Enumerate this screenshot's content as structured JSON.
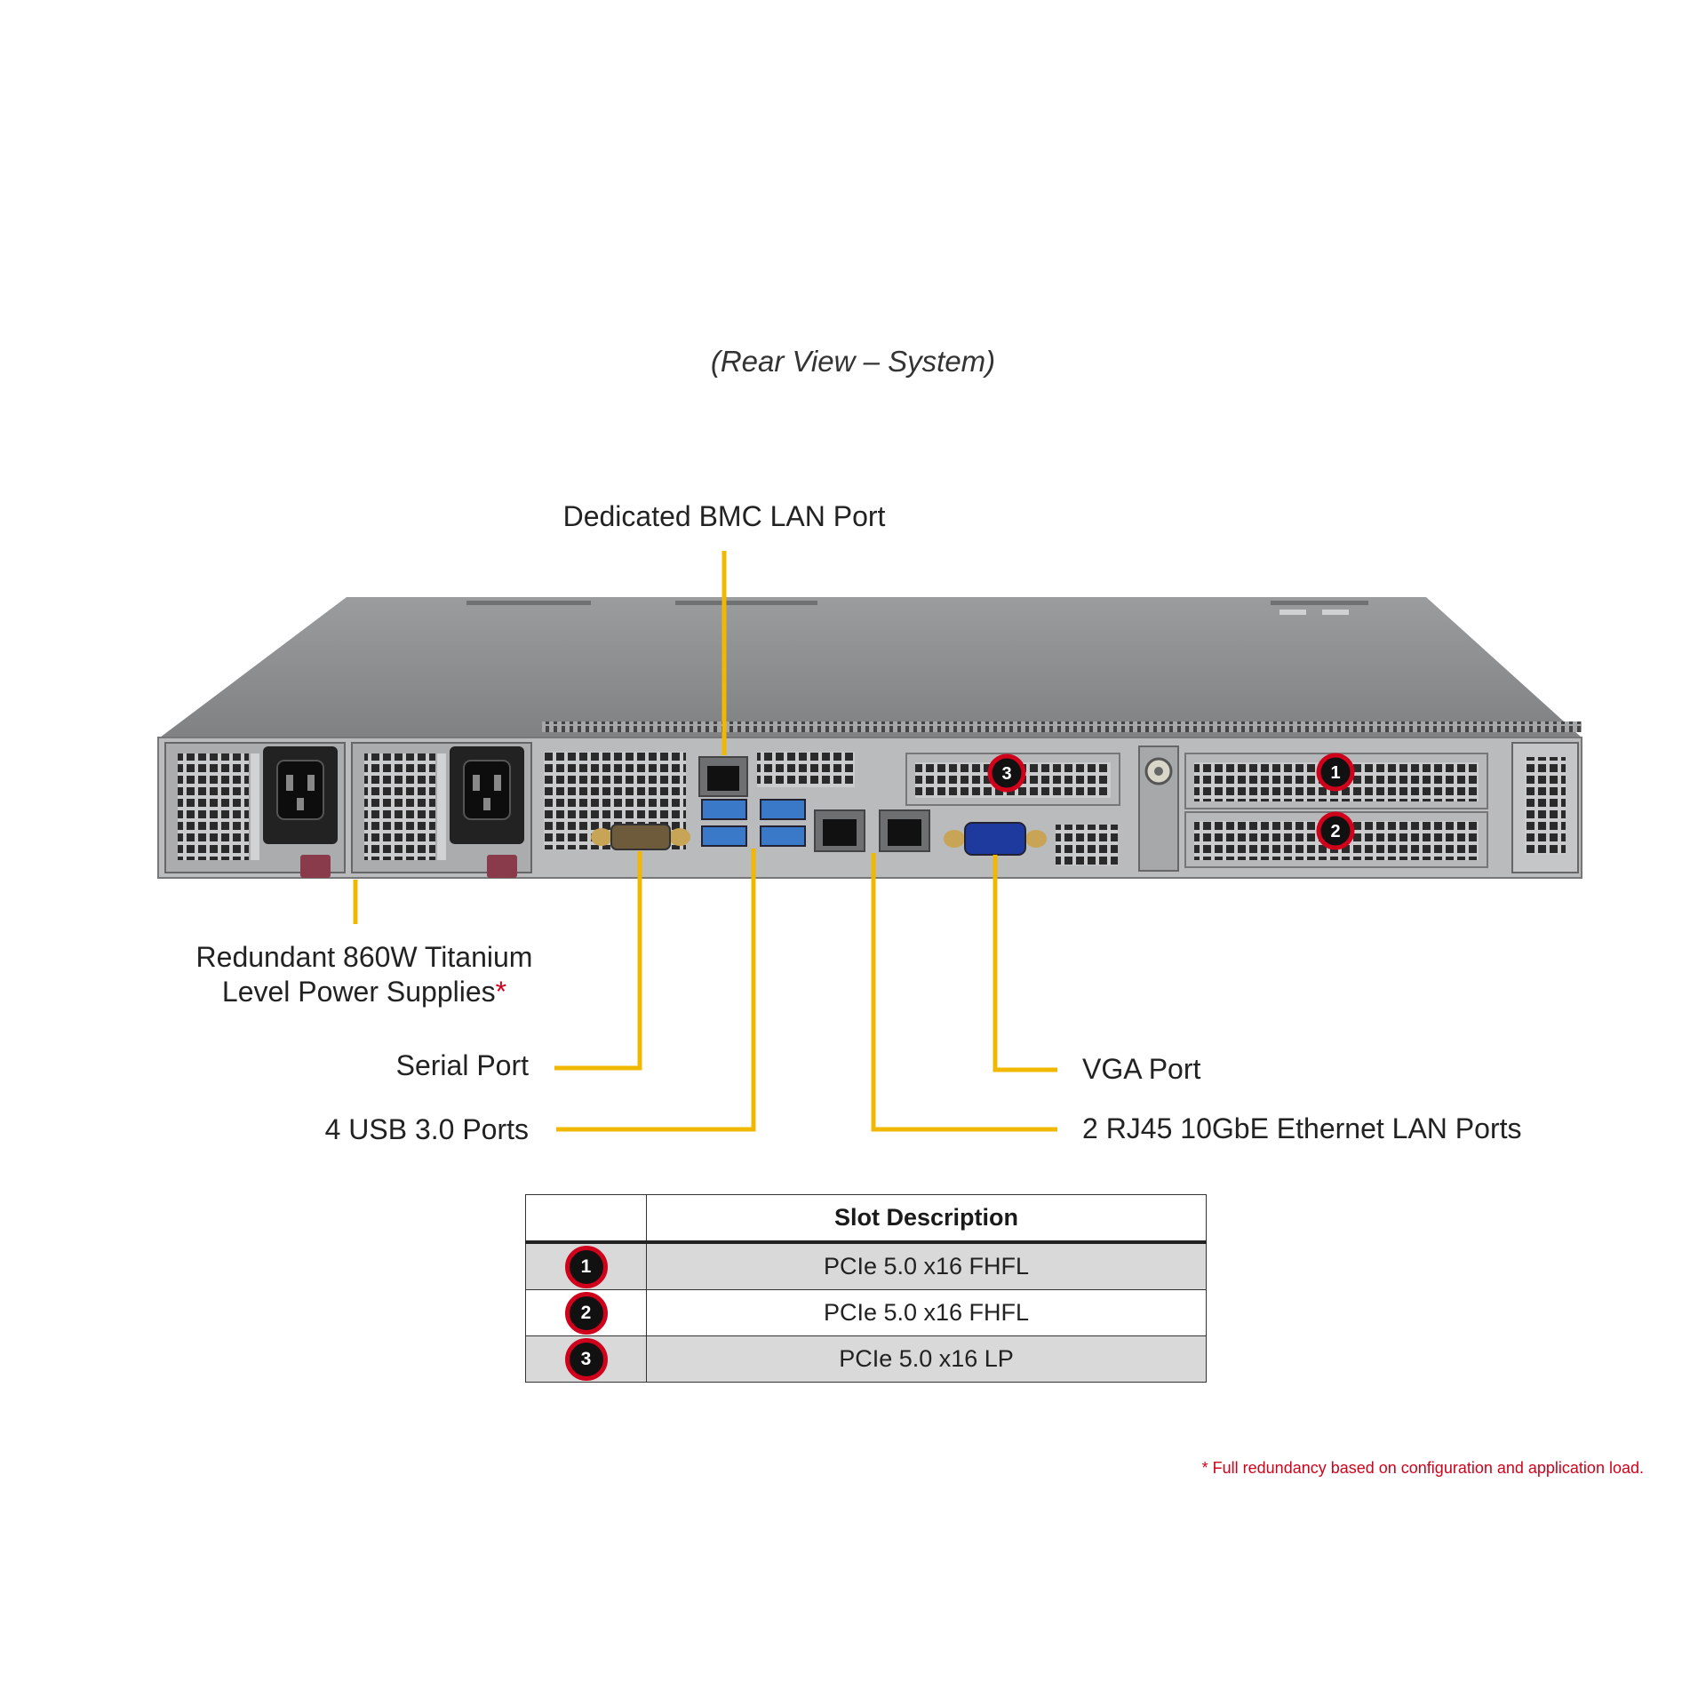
{
  "caption": "(Rear View – System)",
  "callouts": {
    "bmc_lan": "Dedicated BMC LAN Port",
    "psu_line1": "Redundant  860W Titanium",
    "psu_line2": "Level Power Supplies",
    "psu_asterisk": "*",
    "serial": "Serial Port",
    "usb": "4 USB 3.0 Ports",
    "vga": "VGA Port",
    "lan": "2 RJ45  10GbE Ethernet  LAN Ports"
  },
  "slot_badges": {
    "slot1": "1",
    "slot2": "2",
    "slot3": "3"
  },
  "table": {
    "header_num": "",
    "header_desc": "Slot Description",
    "rows": [
      {
        "num": "1",
        "desc": "PCIe  5.0  x16  FHFL"
      },
      {
        "num": "2",
        "desc": "PCIe 5.0  x16  FHFL"
      },
      {
        "num": "3",
        "desc": "PCIe  5.0  x16  LP"
      }
    ]
  },
  "footnote": "*  Full redundancy based on configuration and application load.",
  "colors": {
    "leader_line": "#f0b800",
    "badge_ring": "#d0021b",
    "chassis": "#8c8e90",
    "table_shade": "#d9d9d9"
  }
}
